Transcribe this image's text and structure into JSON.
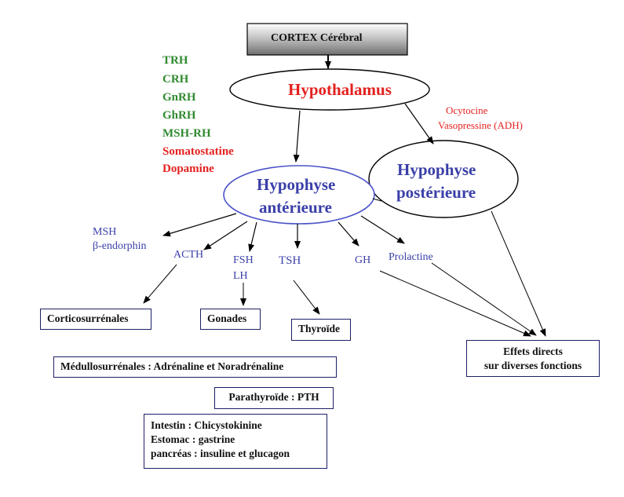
{
  "cortex": "CORTEX Cérébral",
  "hypothalamus": "Hypothalamus",
  "releasing_hormones": [
    {
      "label": "TRH",
      "color": "#2f8a2f"
    },
    {
      "label": "CRH",
      "color": "#2f8a2f"
    },
    {
      "label": "GnRH",
      "color": "#2f8a2f"
    },
    {
      "label": "GhRH",
      "color": "#2f8a2f"
    },
    {
      "label": "MSH-RH",
      "color": "#2f8a2f"
    },
    {
      "label": "Somatostatine",
      "color": "#e3221f"
    },
    {
      "label": "Dopamine",
      "color": "#e3221f"
    }
  ],
  "posterior_hormones": [
    "Ocytocine",
    "Vasopressine (ADH)"
  ],
  "anterior_pituitary": [
    "Hypophyse",
    "antérieure"
  ],
  "posterior_pituitary": [
    "Hypophyse",
    "postérieure"
  ],
  "pituitary_hormones": {
    "msh": "MSH",
    "endorphin": "β-endorphin",
    "acth": "ACTH",
    "fsh": "FSH",
    "lh": "LH",
    "tsh": "TSH",
    "gh": "GH",
    "prolactine": "Prolactine"
  },
  "targets": {
    "corticosurrenales": "Corticosurrénales",
    "gonades": "Gonades",
    "thyroide": "Thyroïde",
    "effets": [
      "Effets directs",
      "sur diverses fonctions"
    ]
  },
  "other_glands": {
    "medullo": "Médullosurrénales : Adrénaline et Noradrénaline",
    "parathyroide": "Parathyroïde : PTH",
    "digestive": [
      "Intestin : Chicystokinine",
      "Estomac : gastrine",
      "pancréas : insuline et glucagon"
    ]
  },
  "colors": {
    "green": "#2f8a2f",
    "red": "#e3221f",
    "blue": "#3a3fa8",
    "box_border": "#1d1f66"
  }
}
